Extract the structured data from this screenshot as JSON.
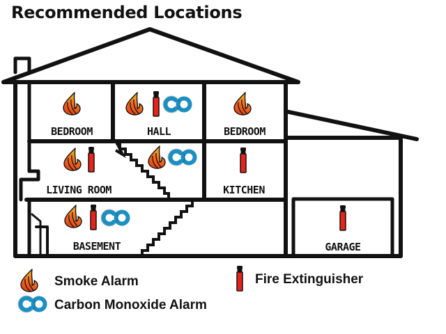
{
  "title": "Recommended Locations",
  "colors": {
    "outline": "#111111",
    "flame_outer": "#e8491d",
    "flame_inner": "#f9a51a",
    "extinguisher": "#e8231a",
    "co_blue": "#1b8fc2"
  },
  "rooms": [
    {
      "id": "bedroom-left",
      "label": "BEDROOM",
      "devices": [
        "smoke-alarm"
      ]
    },
    {
      "id": "hall",
      "label": "HALL",
      "devices": [
        "smoke-alarm",
        "fire-extinguisher",
        "co-alarm"
      ]
    },
    {
      "id": "bedroom-right",
      "label": "BEDROOM",
      "devices": [
        "smoke-alarm"
      ]
    },
    {
      "id": "living-room",
      "label": "LIVING ROOM",
      "devices": [
        "smoke-alarm",
        "fire-extinguisher"
      ]
    },
    {
      "id": "stairway",
      "label": "",
      "devices": [
        "smoke-alarm",
        "co-alarm"
      ]
    },
    {
      "id": "kitchen",
      "label": "KITCHEN",
      "devices": [
        "fire-extinguisher"
      ]
    },
    {
      "id": "basement",
      "label": "BASEMENT",
      "devices": [
        "smoke-alarm",
        "fire-extinguisher",
        "co-alarm"
      ]
    },
    {
      "id": "garage",
      "label": "GARAGE",
      "devices": [
        "fire-extinguisher"
      ]
    }
  ],
  "legend": {
    "smoke": {
      "icon": "flame-icon",
      "label": "Smoke Alarm"
    },
    "co": {
      "icon": "co-icon",
      "label": "Carbon Monoxide Alarm"
    },
    "extinguisher": {
      "icon": "extinguisher-icon",
      "label": "Fire Extinguisher"
    }
  }
}
